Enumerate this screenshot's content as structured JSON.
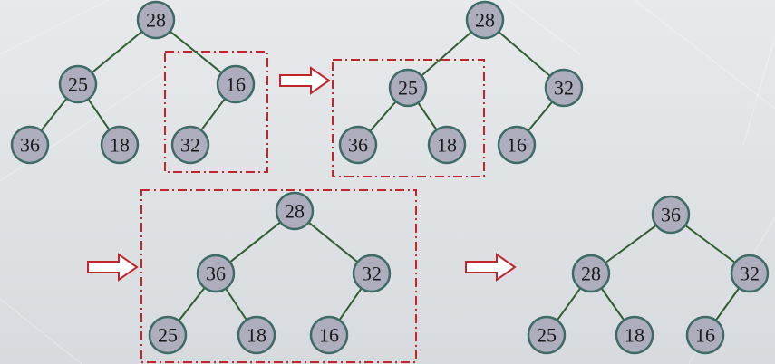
{
  "colors": {
    "node_fill": "#aeadbe",
    "node_stroke": "#3d6c66",
    "edge": "#2f5e2f",
    "highlight": "#c0252a"
  },
  "stages": [
    {
      "id": "s1",
      "nodes": [
        {
          "id": "a",
          "label": "28"
        },
        {
          "id": "b",
          "label": "25"
        },
        {
          "id": "c",
          "label": "16"
        },
        {
          "id": "d",
          "label": "36"
        },
        {
          "id": "e",
          "label": "18"
        },
        {
          "id": "f",
          "label": "32"
        }
      ],
      "edges": [
        [
          "a",
          "b"
        ],
        [
          "a",
          "c"
        ],
        [
          "b",
          "d"
        ],
        [
          "b",
          "e"
        ],
        [
          "c",
          "f"
        ]
      ]
    },
    {
      "id": "s2",
      "nodes": [
        {
          "id": "a",
          "label": "28"
        },
        {
          "id": "b",
          "label": "25"
        },
        {
          "id": "c",
          "label": "32"
        },
        {
          "id": "d",
          "label": "36"
        },
        {
          "id": "e",
          "label": "18"
        },
        {
          "id": "f",
          "label": "16"
        }
      ],
      "edges": [
        [
          "a",
          "b"
        ],
        [
          "a",
          "c"
        ],
        [
          "b",
          "d"
        ],
        [
          "b",
          "e"
        ],
        [
          "c",
          "f"
        ]
      ]
    },
    {
      "id": "s3",
      "nodes": [
        {
          "id": "a",
          "label": "28"
        },
        {
          "id": "b",
          "label": "36"
        },
        {
          "id": "c",
          "label": "32"
        },
        {
          "id": "d",
          "label": "25"
        },
        {
          "id": "e",
          "label": "18"
        },
        {
          "id": "f",
          "label": "16"
        }
      ],
      "edges": [
        [
          "a",
          "b"
        ],
        [
          "a",
          "c"
        ],
        [
          "b",
          "d"
        ],
        [
          "b",
          "e"
        ],
        [
          "c",
          "f"
        ]
      ]
    },
    {
      "id": "s4",
      "nodes": [
        {
          "id": "a",
          "label": "36"
        },
        {
          "id": "b",
          "label": "28"
        },
        {
          "id": "c",
          "label": "32"
        },
        {
          "id": "d",
          "label": "25"
        },
        {
          "id": "e",
          "label": "18"
        },
        {
          "id": "f",
          "label": "16"
        }
      ],
      "edges": [
        [
          "a",
          "b"
        ],
        [
          "a",
          "c"
        ],
        [
          "b",
          "d"
        ],
        [
          "b",
          "e"
        ],
        [
          "c",
          "f"
        ]
      ]
    }
  ]
}
